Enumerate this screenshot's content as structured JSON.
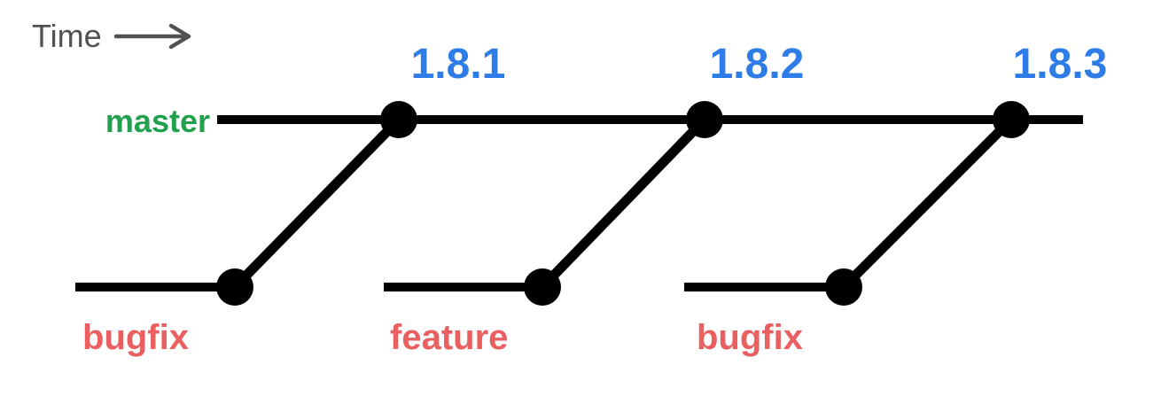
{
  "diagram": {
    "time_label": "Time",
    "trunk": {
      "label": "master"
    },
    "releases": [
      {
        "version": "1.8.1"
      },
      {
        "version": "1.8.2"
      },
      {
        "version": "1.8.3"
      }
    ],
    "branches": [
      {
        "label": "bugfix",
        "merges_into": "1.8.1"
      },
      {
        "label": "feature",
        "merges_into": "1.8.2"
      },
      {
        "label": "bugfix",
        "merges_into": "1.8.3"
      }
    ],
    "colors": {
      "trunk_green": "#21a04d",
      "version_blue": "#2e7ce8",
      "branch_red": "#ea5f5f",
      "line_black": "#000000",
      "time_gray": "#515151"
    }
  }
}
